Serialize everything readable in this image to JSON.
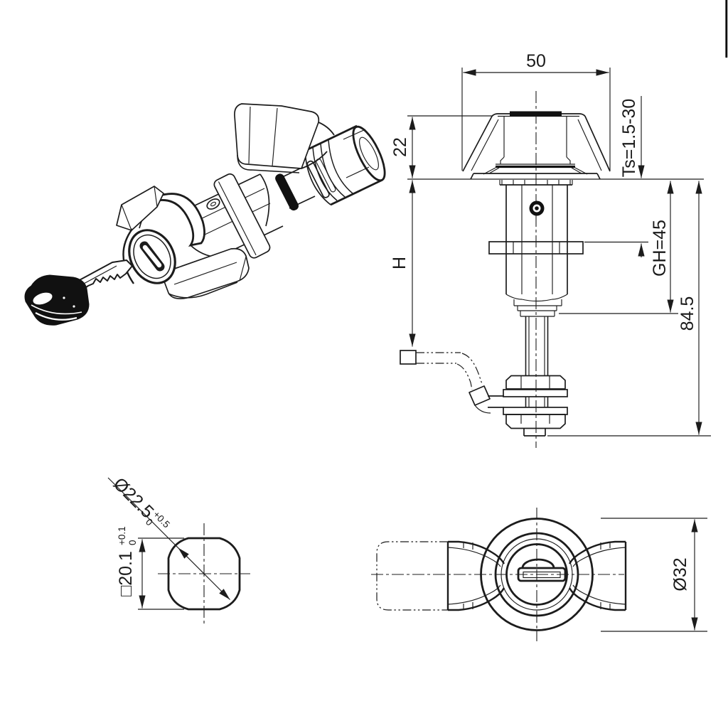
{
  "page": {
    "background": "#ffffff",
    "line_color": "#1c1c1c",
    "fill_black": "#111111"
  },
  "front_view": {
    "dim_width": "50",
    "dim_knob_height": "22",
    "dim_grip_range": "Ts=1.5-30",
    "dim_thread_height": "GH=45",
    "dim_total_height": "84.5",
    "dim_h": "H"
  },
  "cutout_view": {
    "dim_diagonal": "Ø22.5",
    "dim_diagonal_tol_upper": "+0.5",
    "dim_diagonal_tol_lower": "0",
    "dim_square": "□20.1",
    "dim_square_tol_upper": "+0.1",
    "dim_square_tol_lower": "0"
  },
  "top_view": {
    "dim_diameter": "Ø32"
  }
}
